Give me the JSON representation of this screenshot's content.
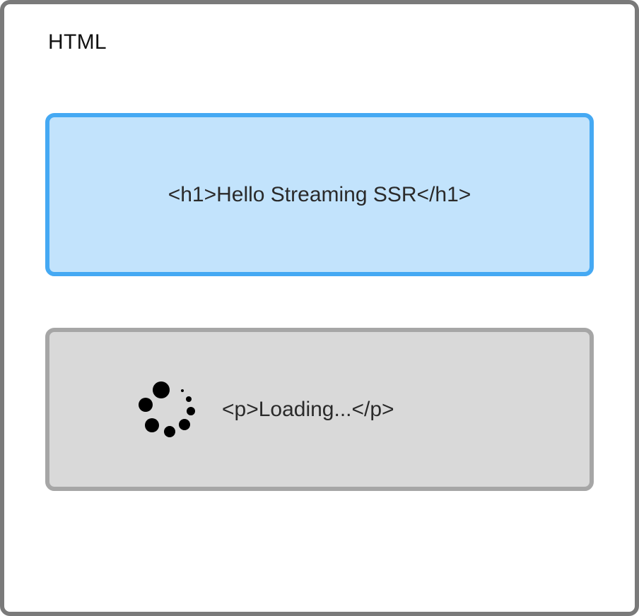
{
  "frame": {
    "title": "HTML"
  },
  "boxes": {
    "heading": {
      "label": "<h1>Hello Streaming SSR</h1>",
      "fill": "#c2e3fc",
      "stroke": "#45a9f3"
    },
    "placeholder": {
      "label": "<p>Loading...</p>",
      "fill": "#d9d9d9",
      "stroke": "#a6a6a6"
    }
  },
  "icons": {
    "spinner": "loading-spinner-icon"
  }
}
